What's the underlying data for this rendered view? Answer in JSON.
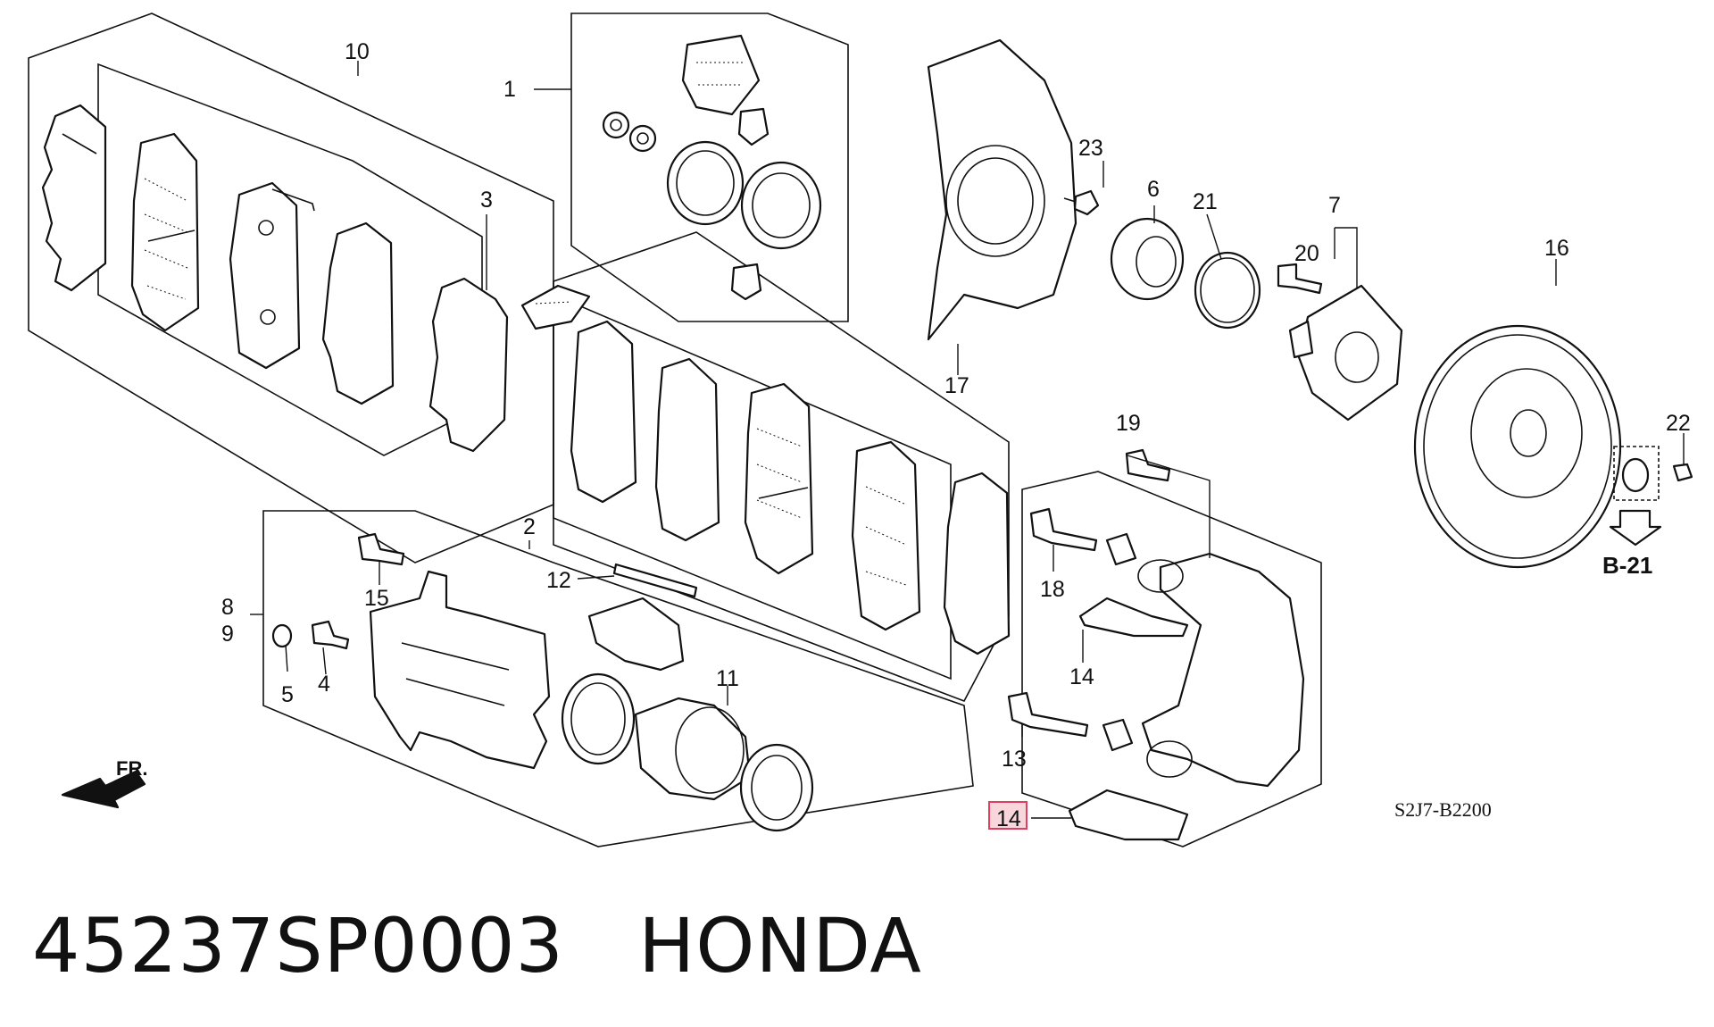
{
  "caption": {
    "part_number": "45237SP0003",
    "brand": "HONDA"
  },
  "diagram": {
    "code": "S2J7-B2200",
    "section_ref": "B-21",
    "direction_label": "FR.",
    "highlighted_callout": "14",
    "callouts": {
      "c1": "1",
      "c2": "2",
      "c3": "3",
      "c4": "4",
      "c5": "5",
      "c6": "6",
      "c7": "7",
      "c8": "8",
      "c9": "9",
      "c10": "10",
      "c11": "11",
      "c12": "12",
      "c13": "13",
      "c14a": "14",
      "c14b": "14",
      "c15": "15",
      "c16": "16",
      "c17": "17",
      "c18": "18",
      "c19": "19",
      "c20": "20",
      "c21": "21",
      "c22": "22",
      "c23": "23"
    }
  }
}
